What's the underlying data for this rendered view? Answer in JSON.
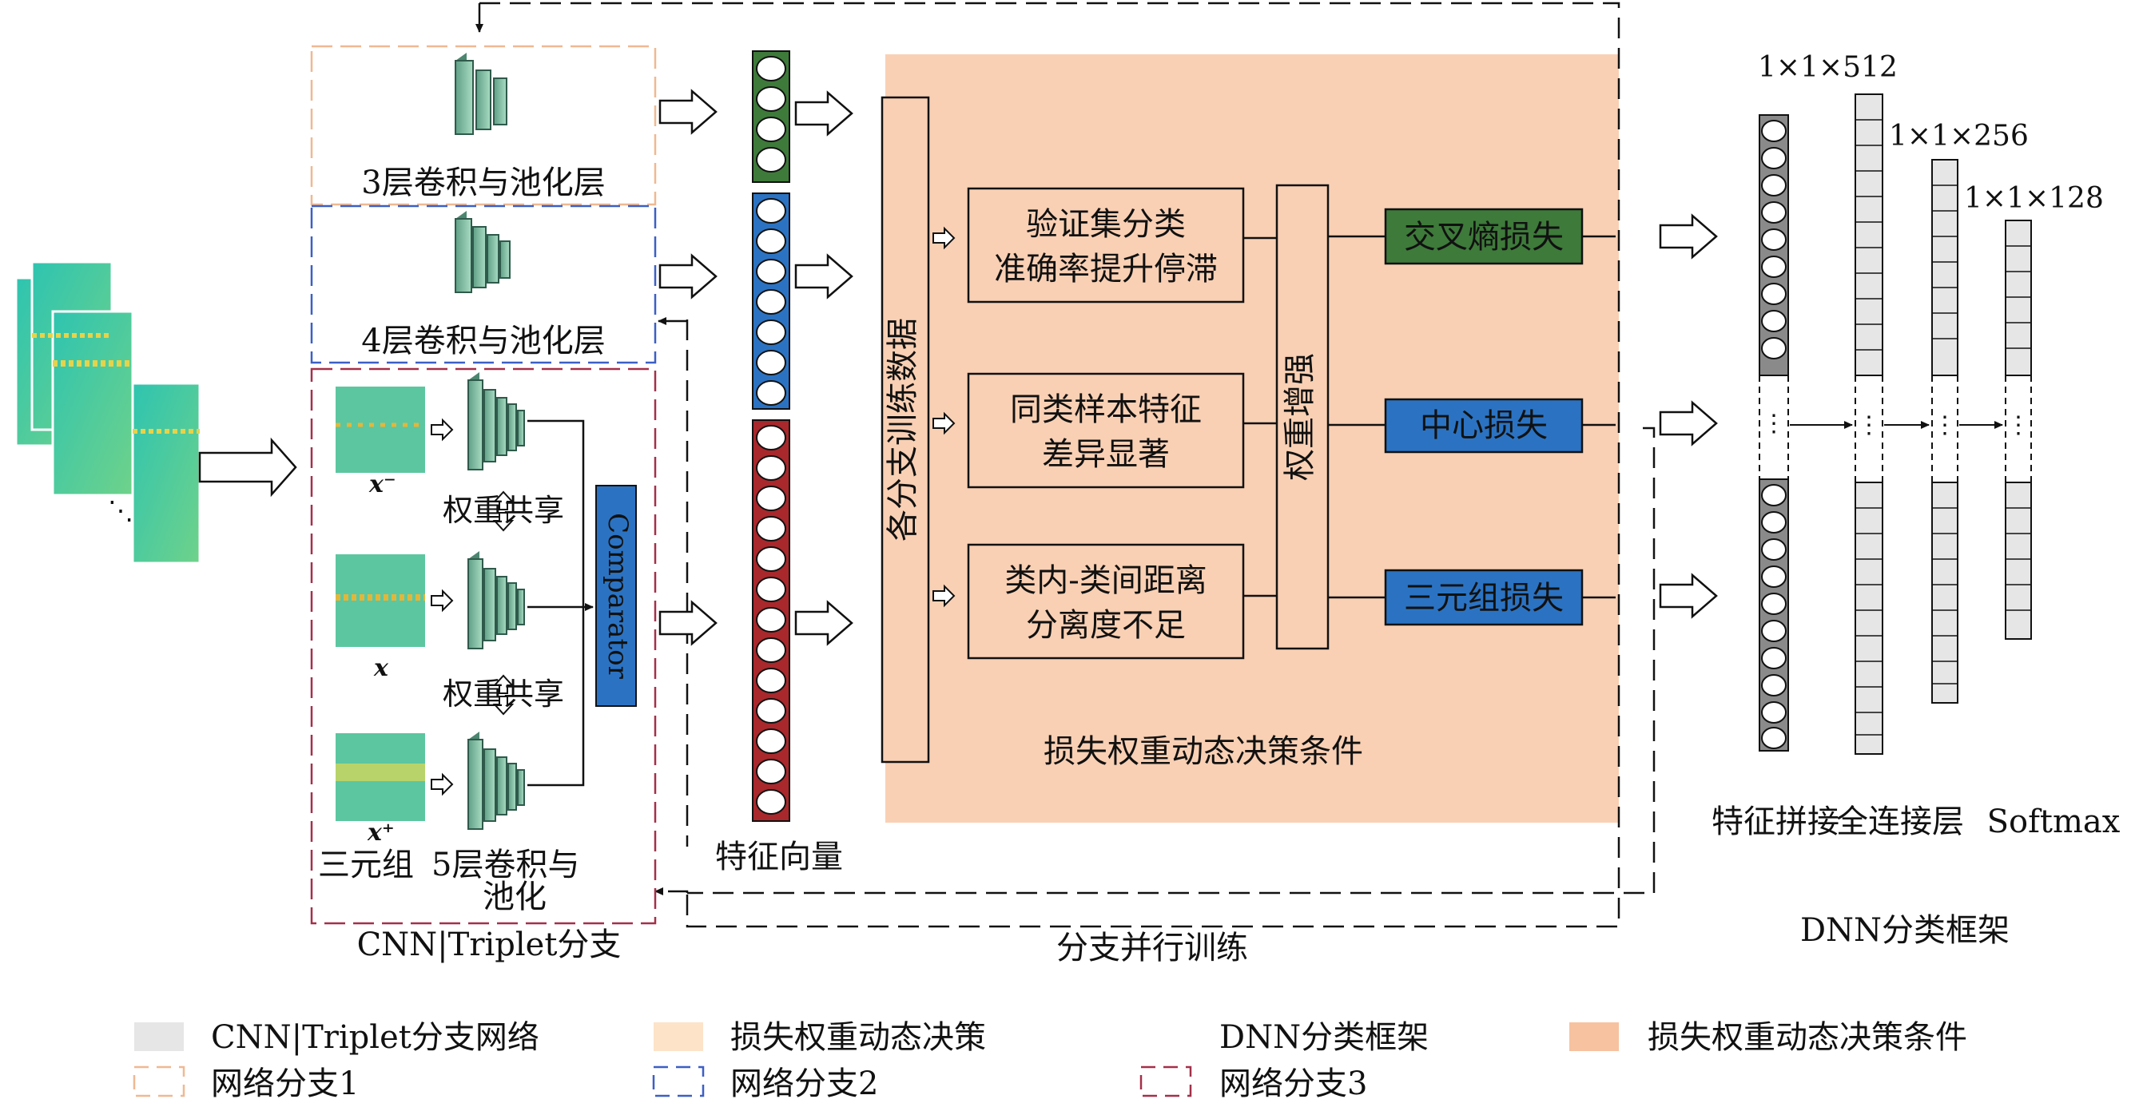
{
  "branch1": {
    "label": "3层卷积与池化层"
  },
  "branch2": {
    "label": "4层卷积与池化层"
  },
  "branch3": {
    "triplet_label": "三元组",
    "conv_label_line1": "5层卷积与",
    "conv_label_line2": "池化",
    "x_minus": "x⁻",
    "x": "x",
    "x_plus": "x⁺",
    "shared_1": "权重共享",
    "shared_2": "权重共享",
    "comparator": "Comparator"
  },
  "feature_vector_label": "特征向量",
  "cnn_triplet_caption": "CNN|Triplet分支",
  "parallel_training_caption": "分支并行训练",
  "branch_data_label": "各分支训练数据",
  "conditions": [
    {
      "line1": "验证集分类",
      "line2": "准确率提升停滞"
    },
    {
      "line1": "同类样本特征",
      "line2": "差异显著"
    },
    {
      "line1": "类内-类间距离",
      "line2": "分离度不足"
    }
  ],
  "weight_enhance_label": "权重增强",
  "losses": [
    {
      "label": "交叉熵损失",
      "color": "#3e7a3a"
    },
    {
      "label": "中心损失",
      "color": "#2b73c2"
    },
    {
      "label": "三元组损失",
      "color": "#2b73c2"
    }
  ],
  "dynamic_conditions_caption": "损失权重动态决策条件",
  "dnn": {
    "dims": [
      "1×1×512",
      "1×1×256",
      "1×1×128"
    ],
    "feature_concat": "特征拼接",
    "fc_layer": "全连接层",
    "softmax": "Softmax",
    "caption": "DNN分类框架"
  },
  "legend": [
    {
      "label": "CNN|Triplet分支网络",
      "style": "fill",
      "color": "#e6e6e6"
    },
    {
      "label": "损失权重动态决策",
      "style": "fill",
      "color": "#fde3c8"
    },
    {
      "label": "DNN分类框架",
      "style": "none",
      "color": "#ffffff"
    },
    {
      "label": "损失权重动态决策条件",
      "style": "fill",
      "color": "#f7c2a0"
    },
    {
      "label": "网络分支1",
      "style": "dash",
      "color": "#f0b892"
    },
    {
      "label": "网络分支2",
      "style": "dash",
      "color": "#3b5fc4"
    },
    {
      "label": "网络分支3",
      "style": "dash",
      "color": "#a3304a"
    }
  ],
  "colors": {
    "peach_panel": "#f9d0b4",
    "vector_green": "#3e7a3a",
    "vector_blue": "#2b73c2",
    "vector_red": "#a8282c",
    "conv_teal": "#8fc9ae"
  }
}
